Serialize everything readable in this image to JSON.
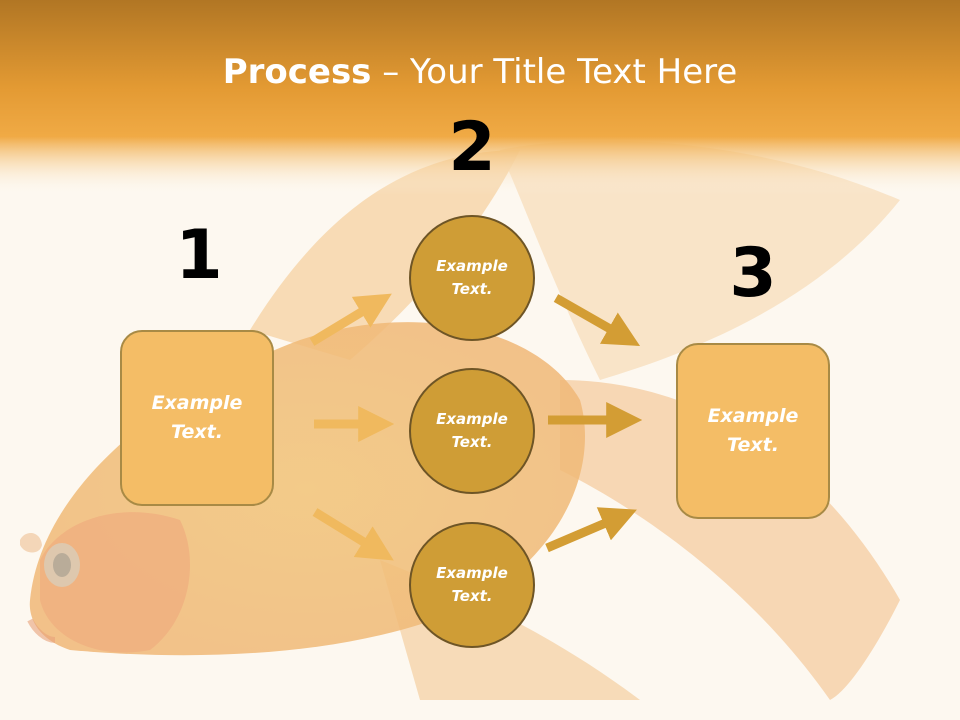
{
  "title": {
    "bold": "Process",
    "rest": " – Your Title Text Here"
  },
  "steps": {
    "one": {
      "number": "1",
      "text": "Example\nText."
    },
    "two": {
      "number": "2"
    },
    "three": {
      "number": "3",
      "text": "Example\nText."
    }
  },
  "circles": [
    {
      "text": "Example\nText."
    },
    {
      "text": "Example\nText."
    },
    {
      "text": "Example\nText."
    }
  ],
  "colors": {
    "header": "#eda53b",
    "box_fill": "#f4bd66",
    "circle_fill": "#cf9d36",
    "arrow_left": "#f0b95e",
    "arrow_right": "#d39d34"
  },
  "background": "goldfish-photo"
}
